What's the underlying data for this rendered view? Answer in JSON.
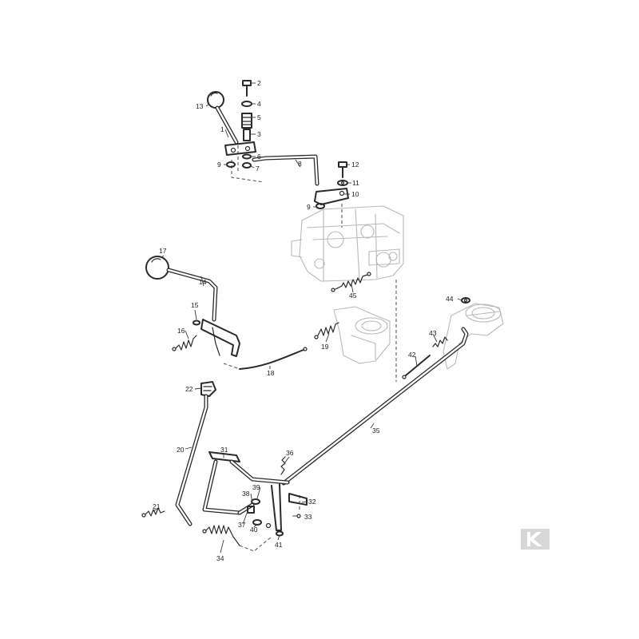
{
  "diagram": {
    "callouts": [
      {
        "id": "c1",
        "text": "1"
      },
      {
        "id": "c2",
        "text": "2"
      },
      {
        "id": "c3",
        "text": "3"
      },
      {
        "id": "c4",
        "text": "4"
      },
      {
        "id": "c5",
        "text": "5"
      },
      {
        "id": "c6",
        "text": "6"
      },
      {
        "id": "c7",
        "text": "7"
      },
      {
        "id": "c8",
        "text": "8"
      },
      {
        "id": "c9a",
        "text": "9"
      },
      {
        "id": "c9b",
        "text": "9"
      },
      {
        "id": "c10",
        "text": "10"
      },
      {
        "id": "c11",
        "text": "11"
      },
      {
        "id": "c12",
        "text": "12"
      },
      {
        "id": "c13",
        "text": "13"
      },
      {
        "id": "c14",
        "text": "14"
      },
      {
        "id": "c15",
        "text": "15"
      },
      {
        "id": "c16",
        "text": "16"
      },
      {
        "id": "c17",
        "text": "17"
      },
      {
        "id": "c18",
        "text": "18"
      },
      {
        "id": "c19",
        "text": "19"
      },
      {
        "id": "c20",
        "text": "20"
      },
      {
        "id": "c21",
        "text": "21"
      },
      {
        "id": "c22",
        "text": "22"
      },
      {
        "id": "c31",
        "text": "31"
      },
      {
        "id": "c32",
        "text": "32"
      },
      {
        "id": "c33",
        "text": "33"
      },
      {
        "id": "c34",
        "text": "34"
      },
      {
        "id": "c35",
        "text": "35"
      },
      {
        "id": "c36",
        "text": "36"
      },
      {
        "id": "c37",
        "text": "37"
      },
      {
        "id": "c38",
        "text": "38"
      },
      {
        "id": "c39",
        "text": "39"
      },
      {
        "id": "c40",
        "text": "40"
      },
      {
        "id": "c41",
        "text": "41"
      },
      {
        "id": "c42",
        "text": "42"
      },
      {
        "id": "c43",
        "text": "43"
      },
      {
        "id": "c44",
        "text": "44"
      },
      {
        "id": "c45",
        "text": "45"
      }
    ]
  },
  "logo": {
    "glyph": "K",
    "icon": "brand-logo-icon"
  }
}
